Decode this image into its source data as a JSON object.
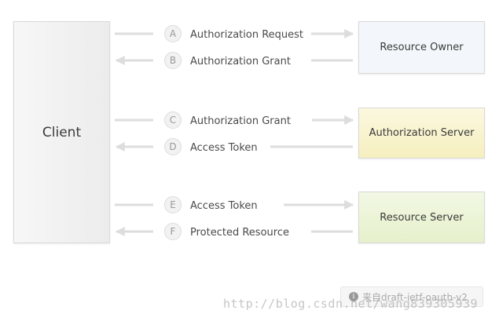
{
  "boxes": {
    "client": "Client",
    "resource_owner": "Resource Owner",
    "authorization_server": "Authorization Server",
    "resource_server": "Resource Server"
  },
  "steps": [
    {
      "letter": "A",
      "label": "Authorization Request",
      "direction": "right"
    },
    {
      "letter": "B",
      "label": "Authorization Grant",
      "direction": "left"
    },
    {
      "letter": "C",
      "label": "Authorization Grant",
      "direction": "right"
    },
    {
      "letter": "D",
      "label": "Access Token",
      "direction": "left"
    },
    {
      "letter": "E",
      "label": "Access Token",
      "direction": "right"
    },
    {
      "letter": "F",
      "label": "Protected Resource",
      "direction": "left"
    }
  ],
  "watermark": {
    "badge_icon": "info-icon",
    "badge_text": "来自draft-ietf-oauth-v2",
    "url": "http://blog.csdn.net/wang839305939"
  },
  "colors": {
    "arrow": "#dddddd",
    "owner_fill": "#f3f6fa",
    "auth_server_fill": "#f7f1c6",
    "resource_server_fill": "#e9f2d2"
  }
}
